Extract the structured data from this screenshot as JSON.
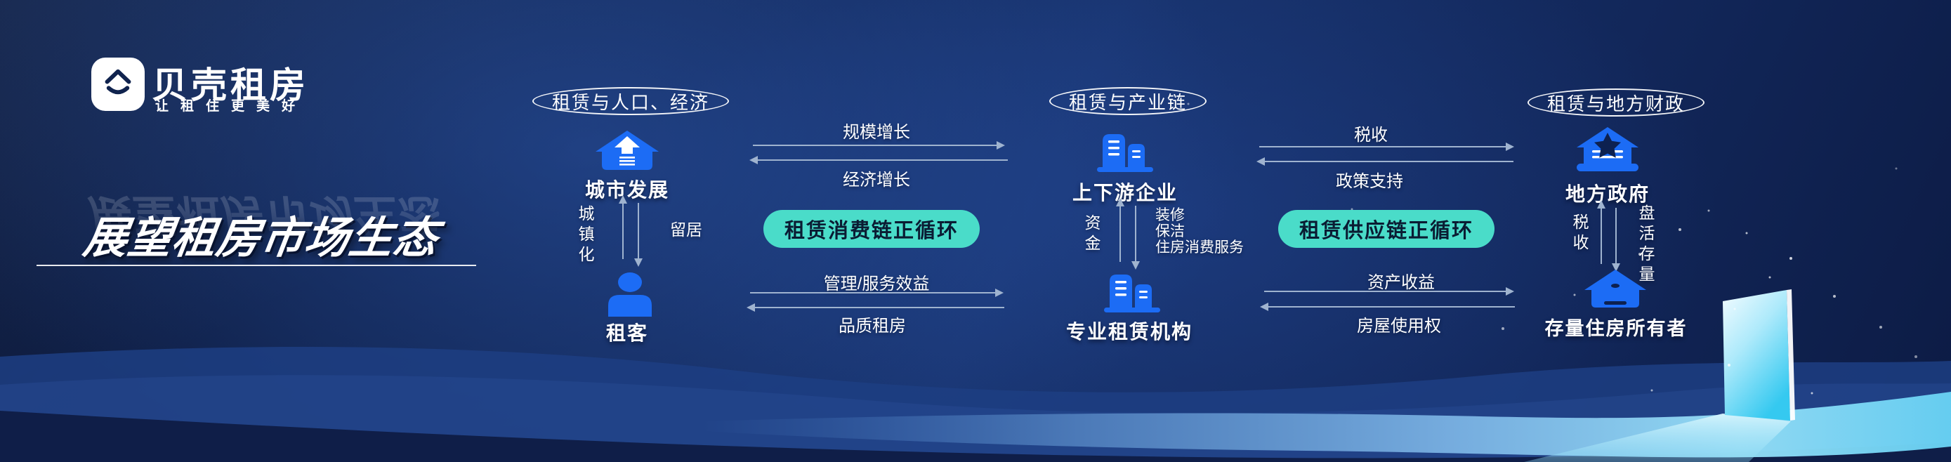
{
  "brand": {
    "name": "贝壳租房",
    "tagline": "让租住更美好",
    "logo_icon": "beike-house-logo"
  },
  "hero": {
    "title": "展望租房市场生态"
  },
  "colors": {
    "node_blue": "#1c6cf5",
    "icon_cut": "#0d2150",
    "badge_teal": "#4adcc9",
    "badge_text": "#0a1c33",
    "arrow": "#9fb3cf",
    "background_navy": "#10234f",
    "door_cyan": "#35c9f0"
  },
  "sections": [
    {
      "pill": "租赁与人口、经济",
      "top_node": {
        "label": "城市发展",
        "icon": "city-development-icon"
      },
      "bottom_node": {
        "label": "租客",
        "icon": "tenant-icon"
      },
      "up_flow": "城镇化",
      "down_flow": "留居"
    },
    {
      "pill": "租赁与产业链",
      "top_node": {
        "label": "上下游企业",
        "icon": "enterprises-icon"
      },
      "bottom_node": {
        "label": "专业租赁机构",
        "icon": "leasing-agency-icon"
      },
      "up_flow": "资金",
      "down_flow_lines": [
        "装修",
        "保洁",
        "住房消费服务"
      ]
    },
    {
      "pill": "租赁与地方财政",
      "top_node": {
        "label": "地方政府",
        "icon": "government-icon"
      },
      "bottom_node": {
        "label": "存量住房所有者",
        "icon": "housing-stock-owner-icon"
      },
      "up_flow": "税收",
      "down_flow": "盘活存量"
    }
  ],
  "cycles": [
    {
      "badge": "租赁消费链正循环",
      "top_right_label": "规模增长",
      "top_left_label": "经济增长",
      "bottom_right_label": "管理/服务效益",
      "bottom_left_label": "品质租房"
    },
    {
      "badge": "租赁供应链正循环",
      "top_right_label": "税收",
      "top_left_label": "政策支持",
      "bottom_right_label": "资产收益",
      "bottom_left_label": "房屋使用权"
    }
  ]
}
